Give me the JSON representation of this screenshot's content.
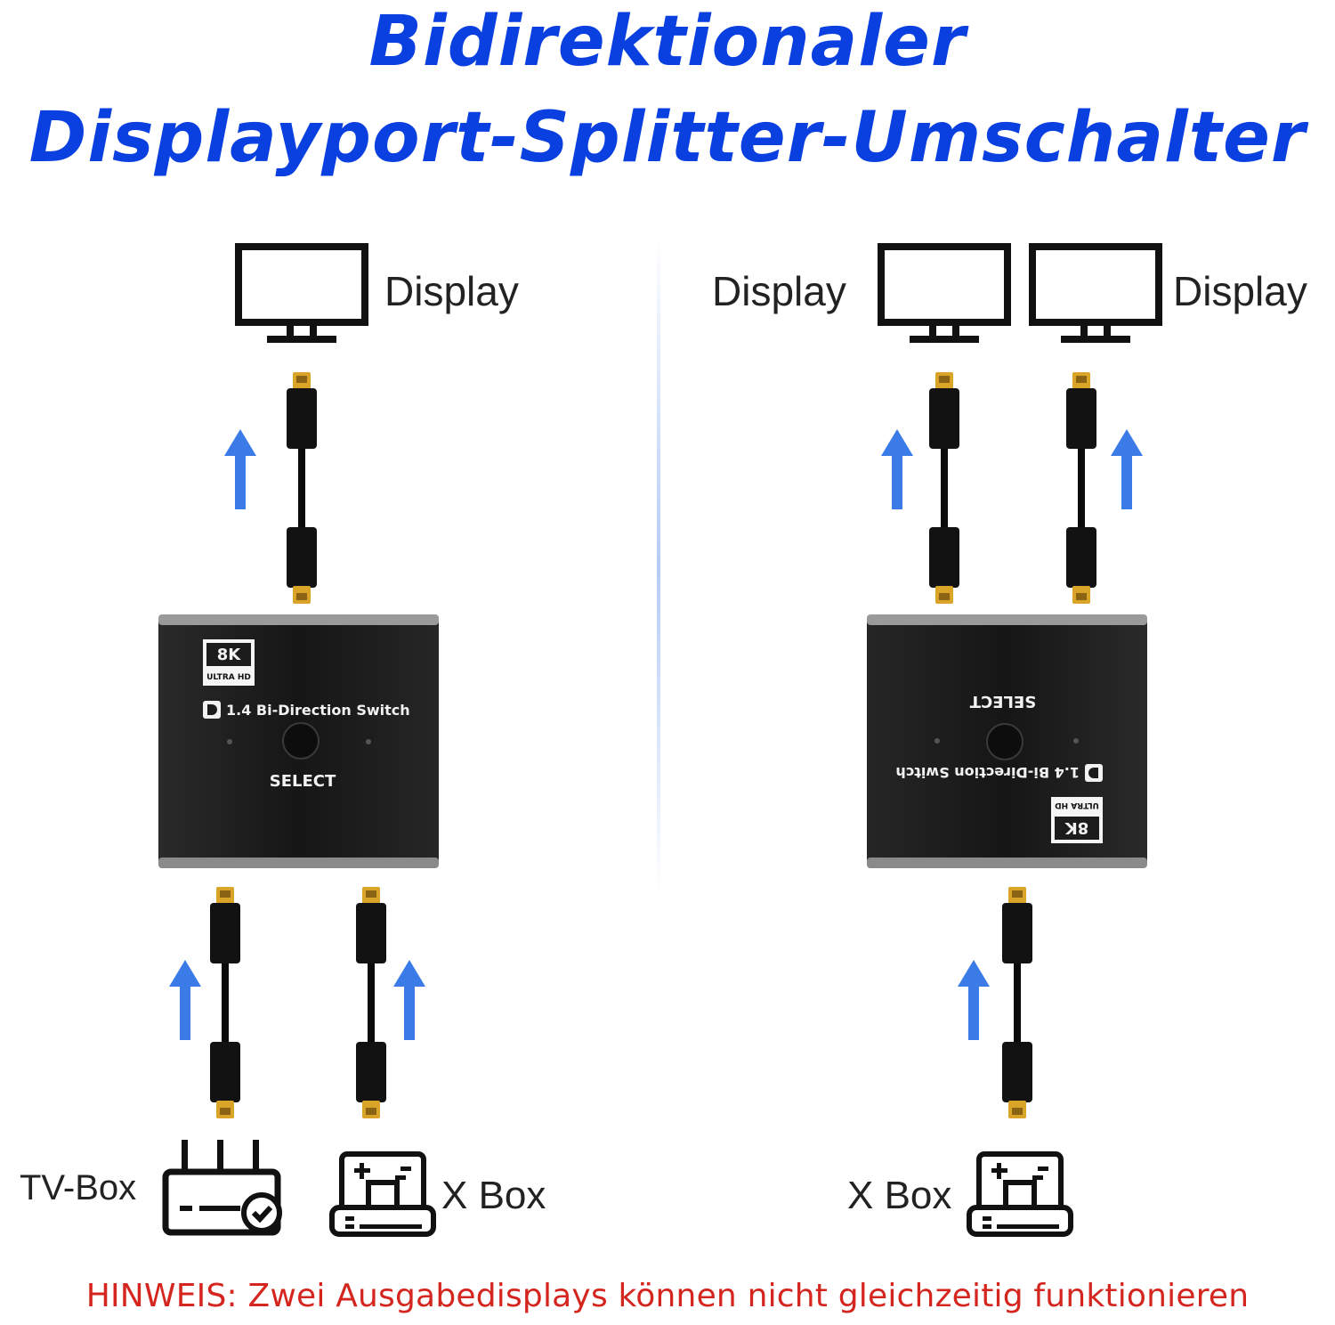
{
  "title": {
    "line1": "Bidirektionaler",
    "line2": "Displayport-Splitter-Umschalter"
  },
  "left_panel": {
    "display_label": "Display",
    "device": {
      "badge_8k": "8K",
      "badge_uhd": "ULTRA HD",
      "model": "1.4 Bi-Direction Switch",
      "button_label": "SELECT"
    },
    "sources": {
      "tv_box_label": "TV-Box",
      "x_box_label": "X Box"
    }
  },
  "right_panel": {
    "display_left_label": "Display",
    "display_right_label": "Display",
    "device": {
      "badge_8k": "8K",
      "badge_uhd": "ULTRA HD",
      "model": "1.4 Bi-Direction Switch",
      "button_label": "SELECT"
    },
    "sources": {
      "x_box_label": "X Box"
    }
  },
  "note": "HINWEIS: Zwei Ausgabedisplays können nicht gleichzeitig funktionieren",
  "colors": {
    "title": "#0a3fe0",
    "arrow": "#3a7be8",
    "note": "#d4261f",
    "device": "#1c1c1c",
    "connector": "#d9a428"
  }
}
